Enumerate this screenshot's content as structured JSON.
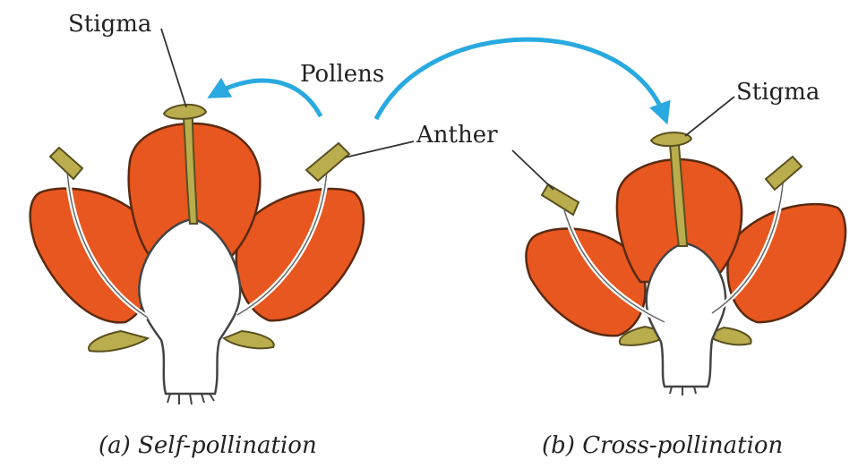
{
  "labels": {
    "stigma_left": "Stigma",
    "pollens": "Pollens",
    "anther": "Anther",
    "stigma_right": "Stigma"
  },
  "captions": {
    "self": "(a) Self-pollination",
    "cross": "(b)  Cross-pollination"
  },
  "colors": {
    "petal": "#e8571f",
    "petal_outline": "#5a2a10",
    "stamen": "#b9ad4e",
    "body": "#ffffff",
    "arrow": "#29a9e0",
    "leader": "#333333"
  }
}
